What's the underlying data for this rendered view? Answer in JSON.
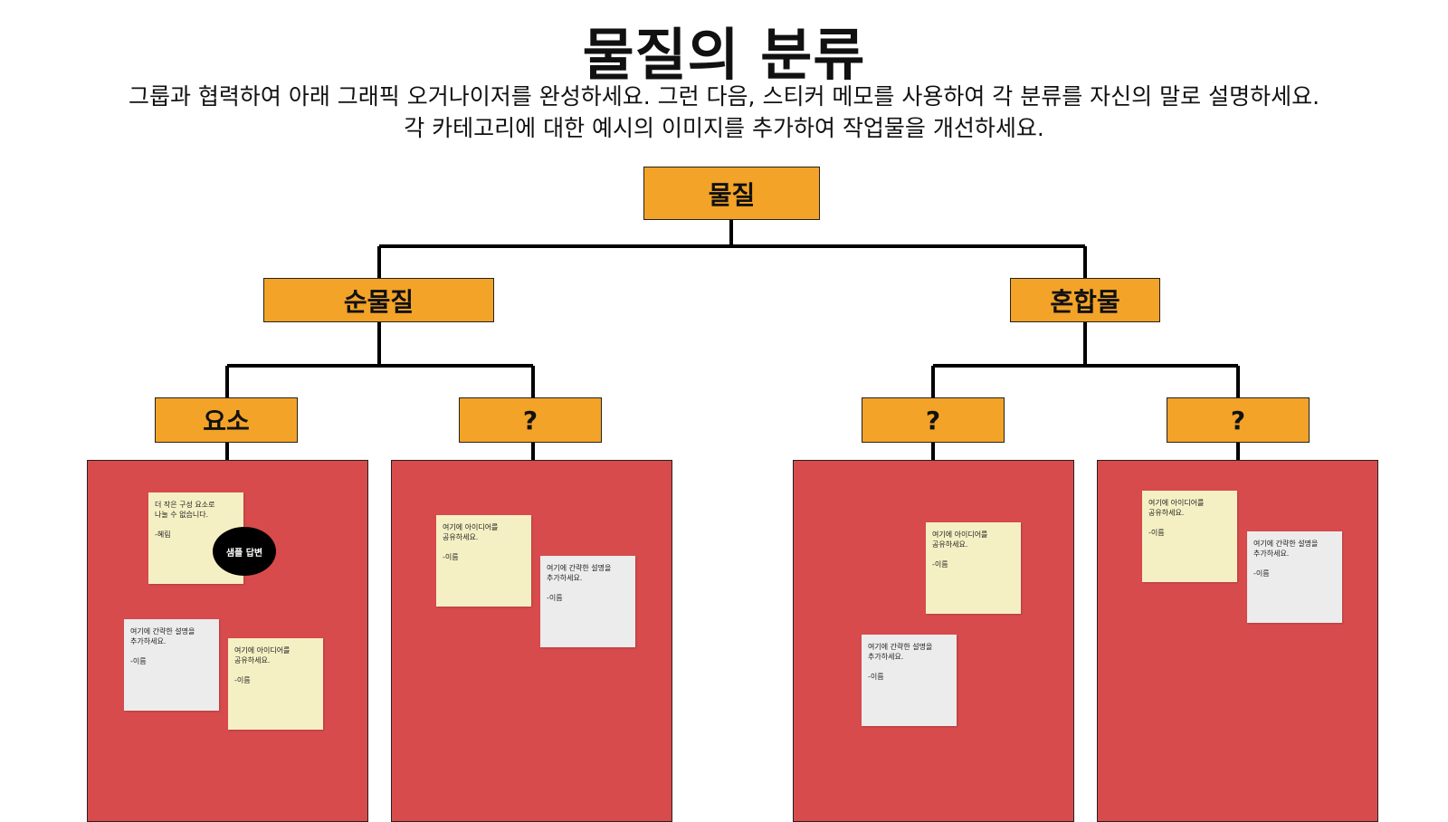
{
  "title": "물질의 분류",
  "subtitle_line1": "그룹과 협력하여 아래 그래픽 오거나이저를 완성하세요. 그런 다음, 스티커 메모를 사용하여 각 분류를 자신의 말로 설명하세요.",
  "subtitle_line2": "각 카테고리에 대한 예시의 이미지를 추가하여 작업물을 개선하세요.",
  "tree": {
    "root": "물질",
    "left": "순물질",
    "right": "혼합물",
    "leaf1": "요소",
    "leaf2": "?",
    "leaf3": "?",
    "leaf4": "?"
  },
  "sample_badge": "샘플 답변",
  "notes": {
    "p1_sample": "더 작은 구성 요소로\n나눌 수 없습니다.\n\n-혜림",
    "p1_gray": "여기에 간략한 설명을\n추가하세요.\n\n-이름",
    "p1_yellow": "여기에 아이디어를\n공유하세요.\n\n-이름",
    "p2_yellow": "여기에 아이디어를\n공유하세요.\n\n-이름",
    "p2_gray": "여기에 간략한 설명을\n추가하세요.\n\n-이름",
    "p3_yellow": "여기에 아이디어를\n공유하세요.\n\n-이름",
    "p3_gray": "여기에 간략한 설명을\n추가하세요.\n\n-이름",
    "p4_yellow": "여기에 아이디어를\n공유하세요.\n\n-이름",
    "p4_gray": "여기에 간략한 설명을\n추가하세요.\n\n-이름"
  },
  "colors": {
    "node": "#f2a328",
    "panel": "#d84b4d",
    "note_yellow": "#f5f0c4",
    "note_gray": "#ececec"
  }
}
